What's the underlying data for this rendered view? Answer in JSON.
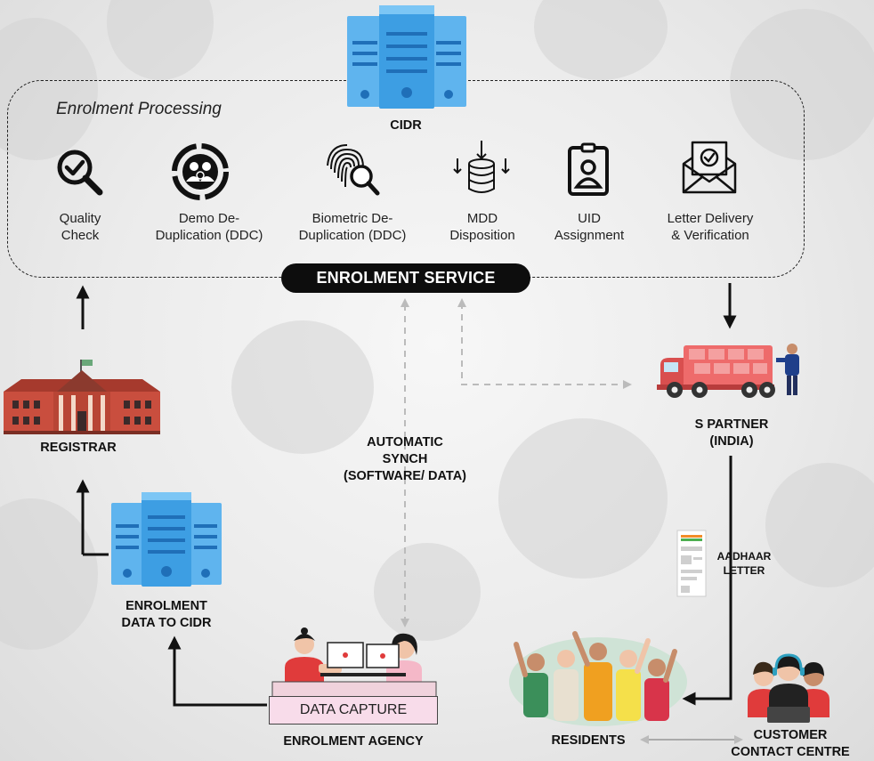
{
  "enrolment_processing": {
    "title": "Enrolment Processing",
    "steps": [
      {
        "icon": "quality-check-icon",
        "label": "Quality\nCheck"
      },
      {
        "icon": "demo-dedup-icon",
        "label": "Demo De-\nDuplication (DDC)"
      },
      {
        "icon": "fingerprint-search-icon",
        "label": "Biometric De-\nDuplication (DDC)"
      },
      {
        "icon": "database-icon",
        "label": "MDD\nDisposition"
      },
      {
        "icon": "id-badge-icon",
        "label": "UID\nAssignment"
      },
      {
        "icon": "envelope-check-icon",
        "label": "Letter Delivery\n& Verification"
      }
    ]
  },
  "cidr": {
    "label": "CIDR"
  },
  "enrolment_service": {
    "label": "ENROLMENT SERVICE"
  },
  "registrar": {
    "label": "REGISTRAR"
  },
  "enrolment_data": {
    "label": "ENROLMENT\nDATA TO CIDR"
  },
  "automatic_synch": {
    "label": "AUTOMATIC\nSYNCH\n(SOFTWARE/ DATA)"
  },
  "s_partner": {
    "label": "S PARTNER\n(INDIA)"
  },
  "aadhaar_letter": {
    "label": "AADHAAR\nLETTER"
  },
  "data_capture": {
    "label": "DATA CAPTURE"
  },
  "enrolment_agency": {
    "label": "ENROLMENT AGENCY"
  },
  "residents": {
    "label": "RESIDENTS"
  },
  "contact_centre": {
    "label": "CUSTOMER\nCONTACT CENTRE"
  },
  "colors": {
    "server_blue": "#4aa8e8",
    "server_dark": "#1f6fb8",
    "building_red": "#c94e3e",
    "truck_red": "#ee6b6b",
    "pill_black": "#0d0d0d",
    "capture_pink": "#f8dcea"
  }
}
